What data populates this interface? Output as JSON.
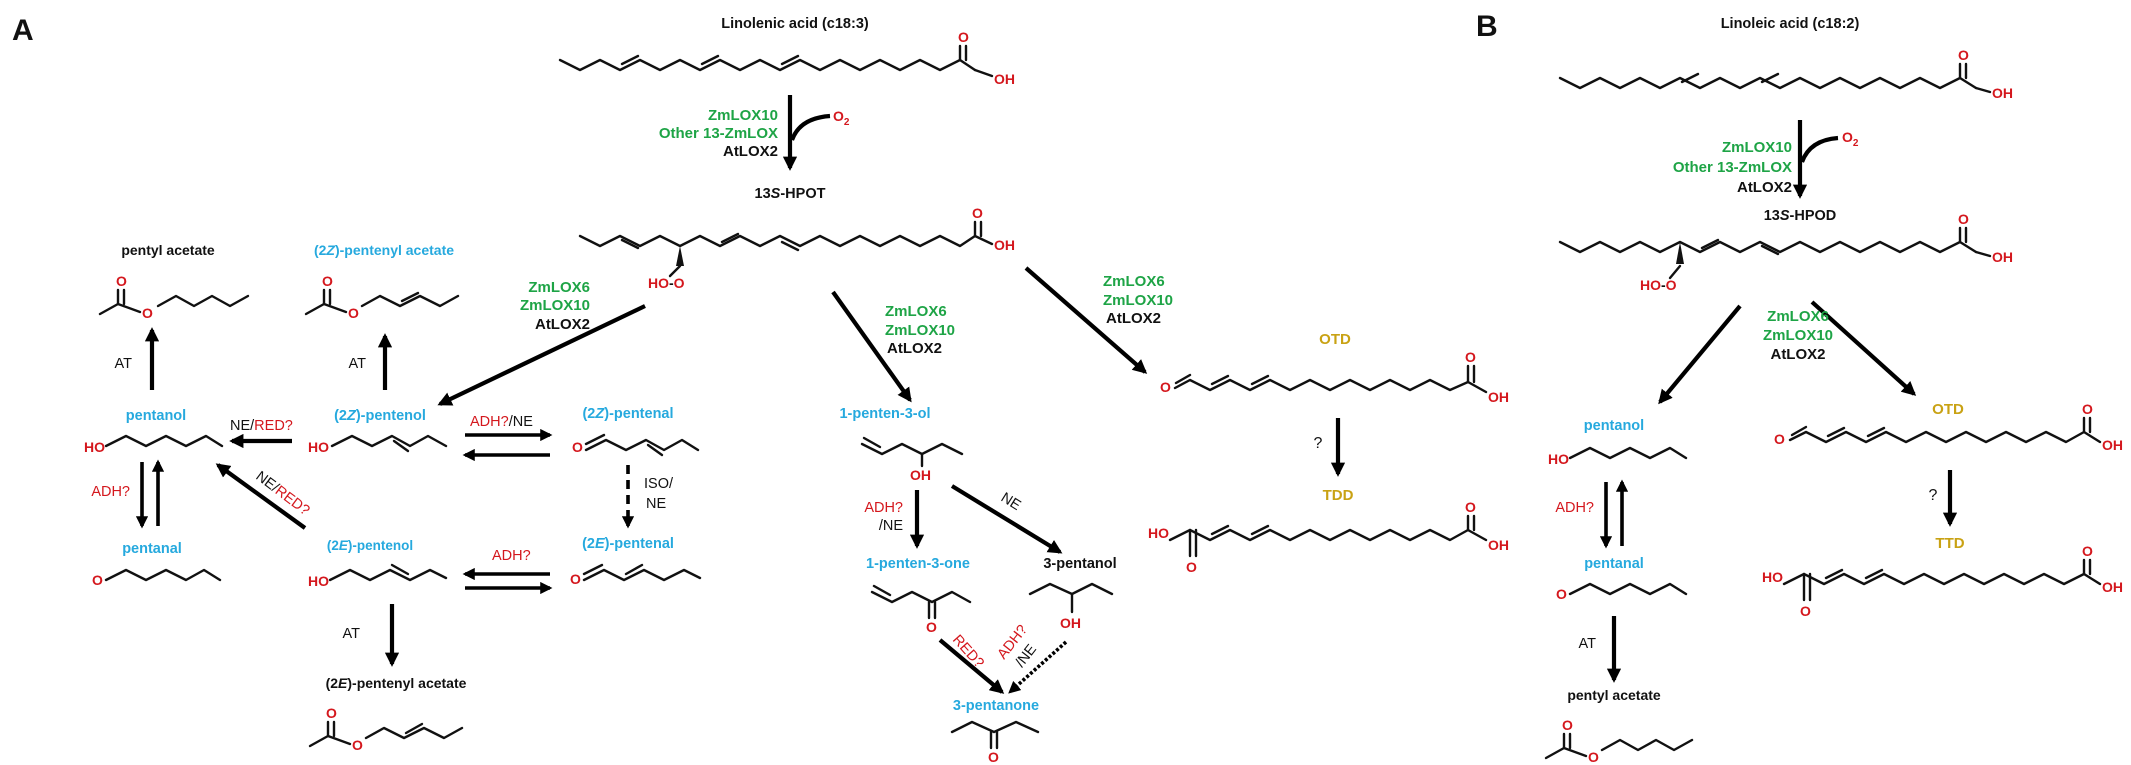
{
  "colors": {
    "black": "#111111",
    "red": "#d4171d",
    "green": "#1ea446",
    "cyan": "#26a9de",
    "gold": "#c9a214"
  },
  "panels": {
    "a": "A",
    "b": "B"
  },
  "atoms": {
    "oxygen": "O",
    "hydroxyl": "OH",
    "hydroxyl_left": "HO",
    "peroxy": "HO",
    "o_sep": "-",
    "peroxy_o": "O",
    "o2_o": "O",
    "o2_sub": "2"
  },
  "a": {
    "substrate": "Linolenic acid (c18:3)",
    "enz1_zmlox10": "ZmLOX10",
    "enz1_other": "Other 13-ZmLOX",
    "enz1_atlox2": "AtLOX2",
    "hpot_pre": "13",
    "hpot_s": "S",
    "hpot_post": "-HPOT",
    "enzL_zmlox6": "ZmLOX6",
    "enzL_zmlox10": "ZmLOX10",
    "enzL_atlox2": "AtLOX2",
    "enzM_zmlox6": "ZmLOX6",
    "enzM_zmlox10": "ZmLOX10",
    "enzM_atlox2": "AtLOX2",
    "enzR_zmlox6": "ZmLOX6",
    "enzR_zmlox10": "ZmLOX10",
    "enzR_atlox2": "AtLOX2",
    "otd": "OTD",
    "tdd": "TDD",
    "question": "?",
    "pentyl_acetate": "pentyl acetate",
    "z_pentenyl_acetate_pre": "(2",
    "z_letter": "Z",
    "z_pentenyl_acetate_post": ")-pentenyl acetate",
    "at": "AT",
    "at2": "AT",
    "at3": "AT",
    "pentanol": "pentanol",
    "pentanal": "pentanal",
    "z_pentenol_pre": "(2",
    "z_pentenol_post": ")-pentenol",
    "z_pentenal_pre": "(2",
    "z_pentenal_post": ")-pentenal",
    "e_pentenol_pre": "(2",
    "e_letter": "E",
    "e_pentenol_post": ")-pentenol",
    "e_pentenal_pre": "(2",
    "e_pentenal_post": ")-pentenal",
    "e_pentenyl_acetate_pre": "(2",
    "e_pentenyl_acetate_post": ")-pentenyl acetate",
    "ne_red_ne": "NE/",
    "ne_red_red": "RED?",
    "adh_ne_adh": "ADH?",
    "adh_ne_ne": "/NE",
    "adh_q": "ADH?",
    "adh_q2": "ADH?",
    "iso": "ISO/",
    "iso_ne": "NE",
    "diag_ne": "NE/",
    "diag_red": "RED?",
    "penten3ol": "1-penten-3-ol",
    "penten3one": "1-penten-3-one",
    "pentanol3": "3-pentanol",
    "pentanone3": "3-pentanone",
    "adh_v": "ADH?",
    "ne_v": "/NE",
    "ne_diag": "NE",
    "red_diag": "RED?",
    "adh_diag": "ADH?",
    "ne_diag2": "/NE"
  },
  "b": {
    "substrate": "Linoleic acid (c18:2)",
    "enz1_zmlox10": "ZmLOX10",
    "enz1_other": "Other 13-ZmLOX",
    "enz1_atlox2": "AtLOX2",
    "hpod_pre": "13",
    "hpod_s": "S",
    "hpod_post": "-HPOD",
    "enz2_zmlox6": "ZmLOX6",
    "enz2_zmlox10": "ZmLOX10",
    "enz2_atlox2": "AtLOX2",
    "pentanol": "pentanol",
    "pentanal": "pentanal",
    "adh": "ADH?",
    "at": "AT",
    "pentyl_acetate": "pentyl acetate",
    "otd": "OTD",
    "ttd": "TTD",
    "question": "?"
  }
}
